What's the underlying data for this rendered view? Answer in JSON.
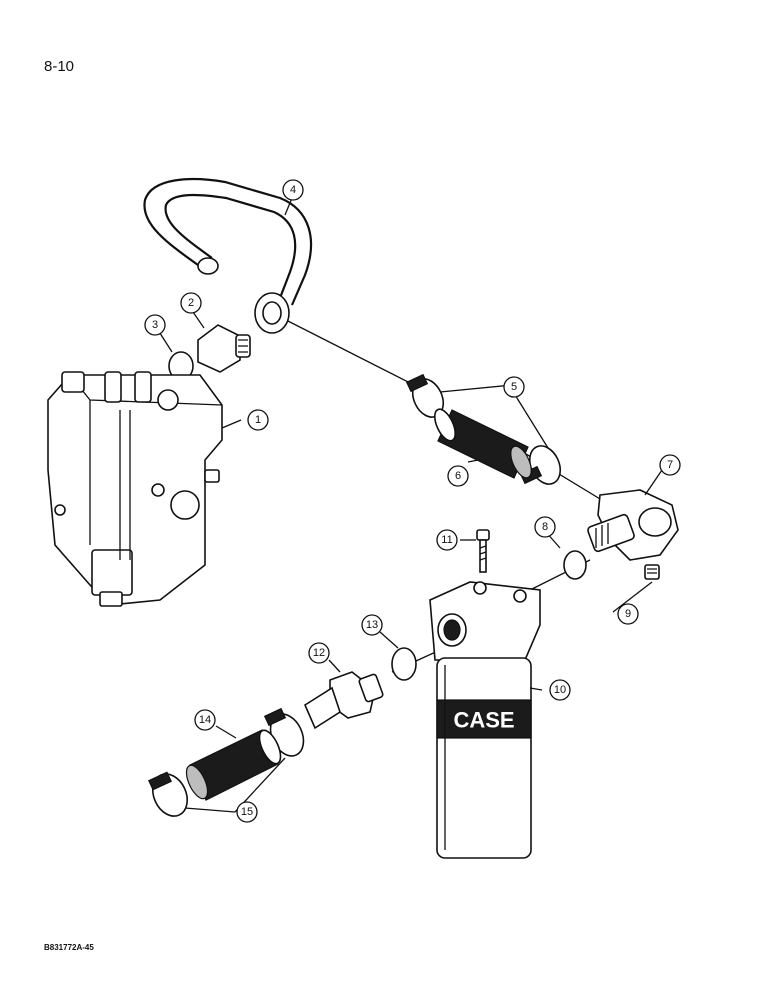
{
  "page": {
    "number": "8-10",
    "drawing_id": "B831772A-45"
  },
  "callouts": [
    {
      "label": "1",
      "part": "control-valve"
    },
    {
      "label": "2",
      "part": "adapter-fitting"
    },
    {
      "label": "3",
      "part": "o-ring"
    },
    {
      "label": "4",
      "part": "hydraulic-tube"
    },
    {
      "label": "5",
      "part": "hose-clamp"
    },
    {
      "label": "6",
      "part": "hose"
    },
    {
      "label": "7",
      "part": "elbow-fitting"
    },
    {
      "label": "8",
      "part": "o-ring"
    },
    {
      "label": "9",
      "part": "plug"
    },
    {
      "label": "10",
      "part": "filter-assembly"
    },
    {
      "label": "11",
      "part": "bolt"
    },
    {
      "label": "12",
      "part": "adapter-fitting"
    },
    {
      "label": "13",
      "part": "o-ring"
    },
    {
      "label": "14",
      "part": "hose"
    },
    {
      "label": "15",
      "part": "hose-clamp"
    }
  ],
  "filter_brand": "CASE"
}
